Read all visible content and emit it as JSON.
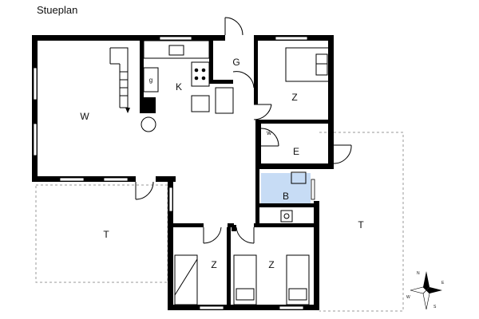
{
  "title": "Stueplan",
  "rooms": [
    {
      "id": "w",
      "label": "W"
    },
    {
      "id": "k",
      "label": "K"
    },
    {
      "id": "g",
      "label": "G"
    },
    {
      "id": "z1",
      "label": "Z"
    },
    {
      "id": "w-small",
      "label": "w"
    },
    {
      "id": "g-small",
      "label": "g"
    },
    {
      "id": "e",
      "label": "E"
    },
    {
      "id": "b",
      "label": "B"
    },
    {
      "id": "t-left",
      "label": "T"
    },
    {
      "id": "t-right",
      "label": "T"
    },
    {
      "id": "z2",
      "label": "Z"
    },
    {
      "id": "z3",
      "label": "Z"
    }
  ],
  "compass": {
    "labels": [
      "N",
      "E",
      "S",
      "W"
    ]
  },
  "colors": {
    "wall": "#000000",
    "bathroom": "#c7dcf5",
    "terrace": "#999999"
  }
}
